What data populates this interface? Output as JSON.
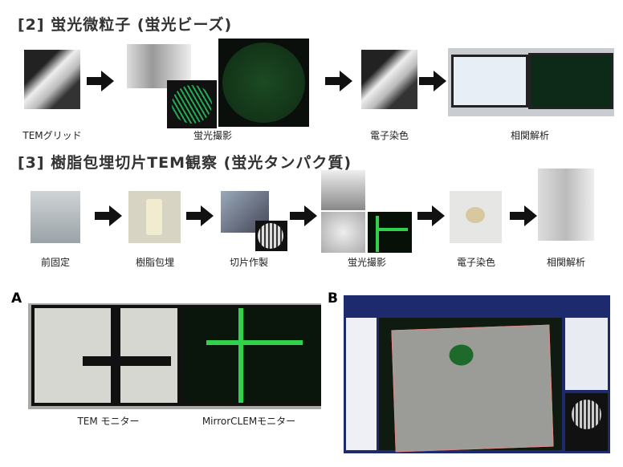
{
  "section2": {
    "title": "[2] 蛍光微粒子 (蛍光ビーズ)",
    "steps": [
      "TEMグリッド",
      "蛍光撮影",
      "電子染色",
      "相関解析"
    ]
  },
  "section3": {
    "title": "[3] 樹脂包埋切片TEM観察 (蛍光タンパク質)",
    "steps": [
      "前固定",
      "樹脂包埋",
      "切片作製",
      "蛍光撮影",
      "電子染色",
      "相関解析"
    ]
  },
  "panelA": {
    "label": "A",
    "captions": [
      "TEM モニター",
      "MirrorCLEMモニター"
    ]
  },
  "panelB": {
    "label": "B"
  },
  "colors": {
    "accent_green": "#2fd24a",
    "app_blue": "#1d2a6e"
  }
}
